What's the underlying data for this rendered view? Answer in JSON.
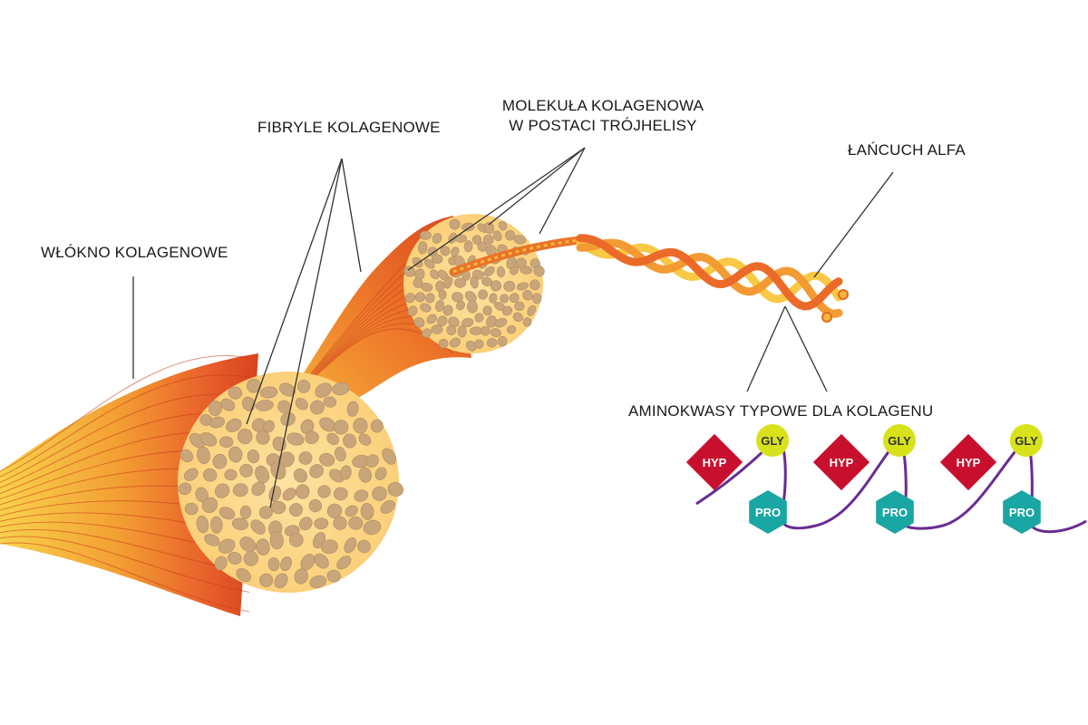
{
  "labels": {
    "fiber": "WŁÓKNO KOLAGENOWE",
    "fibrils": "FIBRYLE KOLAGENOWE",
    "molecule_line1": "MOLEKUŁA KOLAGENOWA",
    "molecule_line2": "W POSTACI TRÓJHELISY",
    "alpha_chain": "ŁAŃCUCH ALFA",
    "amino_acids": "AMINOKWASY TYPOWE DLA KOLAGENU"
  },
  "amino_acid_units": [
    {
      "hyp": "HYP",
      "gly": "GLY",
      "pro": "PRO"
    },
    {
      "hyp": "HYP",
      "gly": "GLY",
      "pro": "PRO"
    },
    {
      "hyp": "HYP",
      "gly": "GLY",
      "pro": "PRO"
    }
  ],
  "colors": {
    "fiber_yellow": "#f7c948",
    "fiber_orange": "#ee7a2a",
    "fiber_red": "#d8431e",
    "cross_section_fill": "#fcd98a",
    "fibril_dot": "#c9a57a",
    "hyp": "#c8102e",
    "gly": "#d7e21b",
    "pro": "#1aa6a2",
    "backbone": "#6a2c91",
    "leader_line": "#333333"
  },
  "icons": {
    "hyp": "red-diamond",
    "gly": "yellow-green-circle",
    "pro": "teal-hexagon"
  }
}
